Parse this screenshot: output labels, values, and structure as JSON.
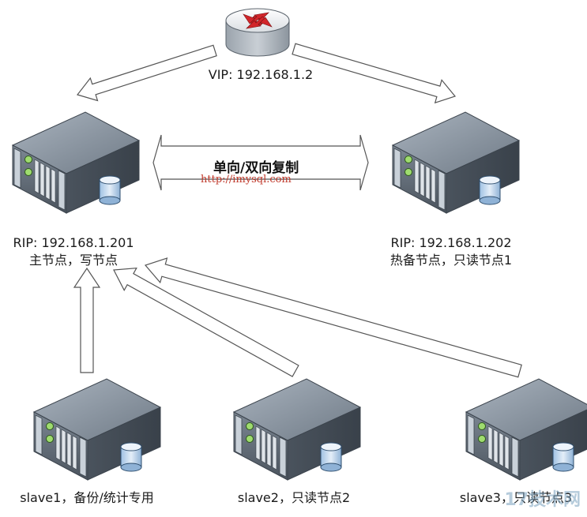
{
  "router": {
    "vip_label": "VIP: 192.168.1.2"
  },
  "replication": {
    "label": "单向/双向复制",
    "link": "http://imysql.com"
  },
  "master": {
    "rip": "RIP: 192.168.1.201",
    "role": "主节点，写节点"
  },
  "standby": {
    "rip": "RIP: 192.168.1.202",
    "role": "热备节点，只读节点1"
  },
  "slaves": [
    {
      "label": "slave1，备份/统计专用"
    },
    {
      "label": "slave2，只读节点2"
    },
    {
      "label": "slave3，只读节点3"
    }
  ],
  "watermark": "17技术网",
  "colors": {
    "arrow_fill": "#ffffff",
    "arrow_stroke": "#555555",
    "server_body": "#5d6773",
    "server_top": "#8f9aa6",
    "router_red": "#d2262b",
    "link_red": "#c0392b"
  }
}
